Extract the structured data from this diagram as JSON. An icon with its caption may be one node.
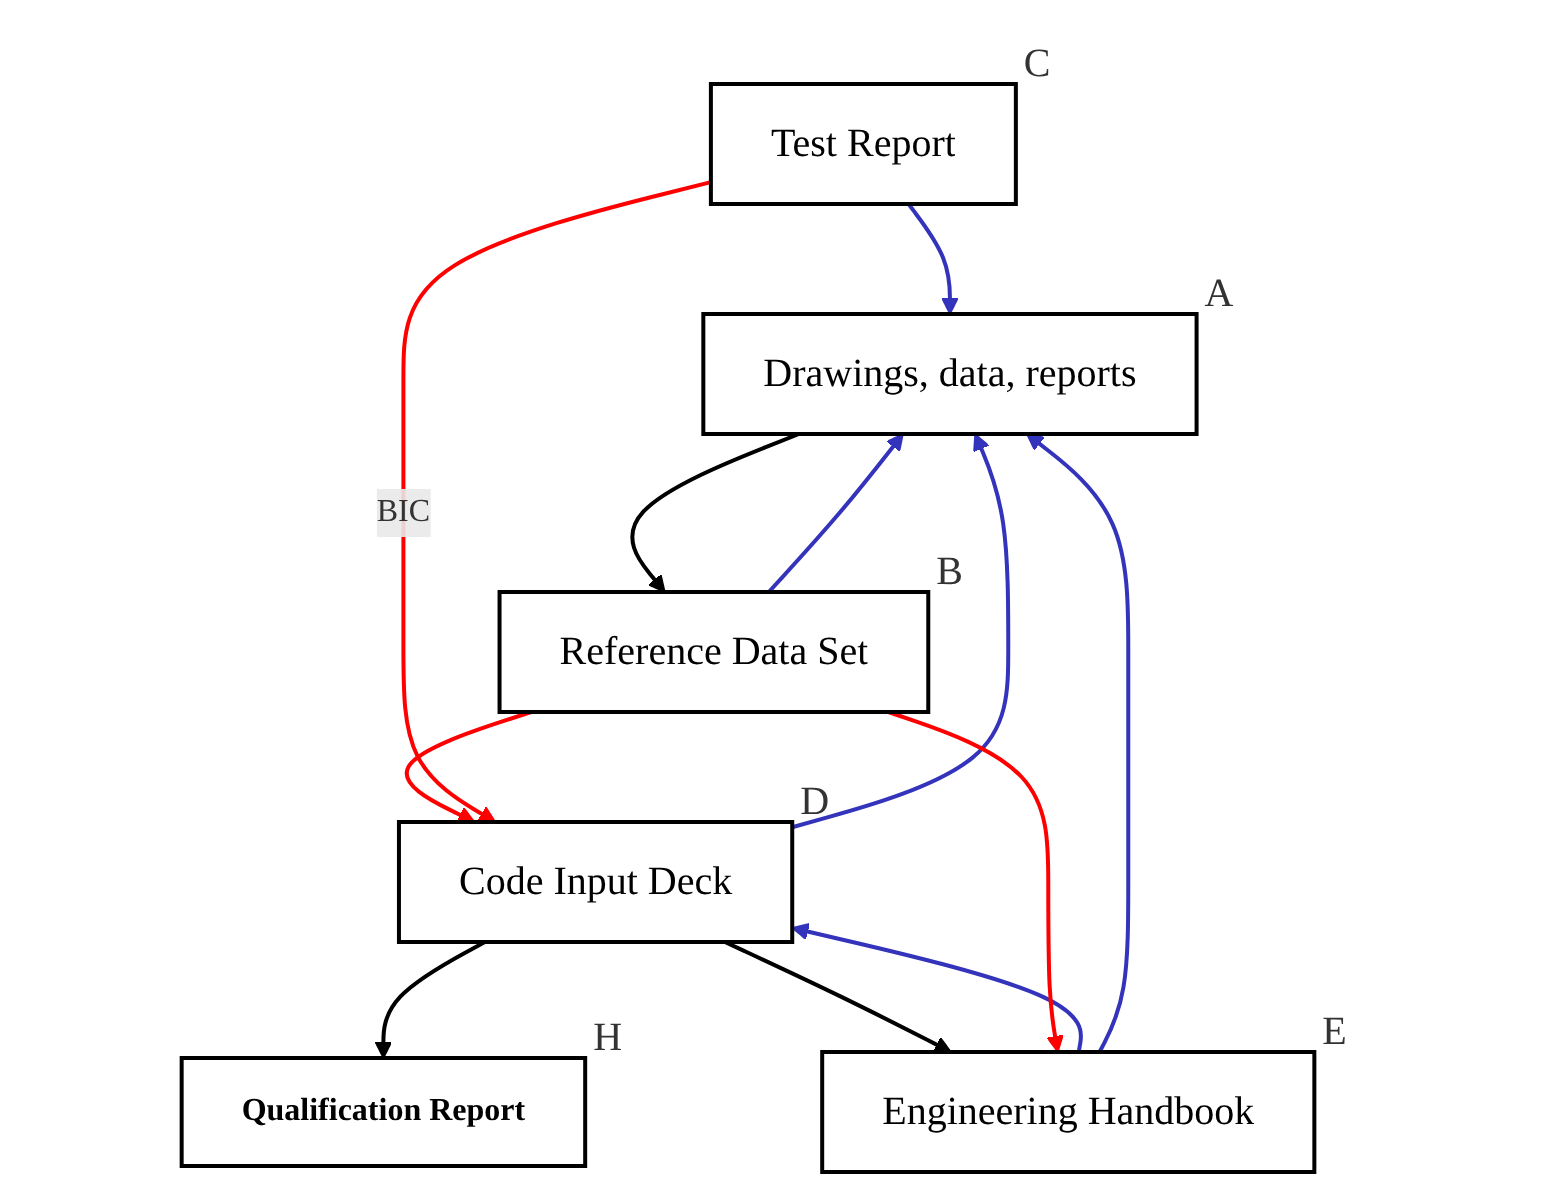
{
  "diagram": {
    "nodes": [
      {
        "text": [
          "Drawings, data, reports"
        ],
        "beside": [
          "A"
        ]
      },
      {
        "text": [
          "Reference Data Set"
        ],
        "beside": [
          "B"
        ]
      },
      {
        "text": [
          "Test Report"
        ],
        "beside": [
          "C"
        ]
      },
      {
        "text": [
          "Code Input Deck"
        ],
        "beside": [
          "D"
        ]
      },
      {
        "text": [
          "Qualification Report"
        ],
        "beside": [
          "H"
        ]
      },
      {
        "text": [
          "Engineering Handbook"
        ],
        "beside": [
          "E"
        ]
      }
    ],
    "edges": [
      {
        "from": 0,
        "to": 1,
        "arrow": "to",
        "color": "#000000"
      },
      {
        "from": 1,
        "to": 0,
        "arrow": "to"
      },
      {
        "from": 2,
        "to": 0,
        "arrow": "to"
      },
      {
        "from": 1,
        "to": 3,
        "arrow": "to",
        "color": "#ff0000"
      },
      {
        "from": 2,
        "to": 3,
        "arrow": "to",
        "label": "BIC",
        "color": "#ff0000"
      },
      {
        "from": 3,
        "to": 4,
        "arrow": "to",
        "color": "#000000"
      },
      {
        "from": 3,
        "to": 0,
        "arrow": "to"
      },
      {
        "from": 3,
        "to": 5,
        "arrow": "to",
        "color": "#000000"
      },
      {
        "from": 5,
        "to": 3,
        "arrow": "to"
      },
      {
        "from": 1,
        "to": 5,
        "arrow": "to",
        "color": "#ff0000"
      },
      {
        "from": 5,
        "to": 0,
        "arrow": "to"
      }
    ]
  }
}
